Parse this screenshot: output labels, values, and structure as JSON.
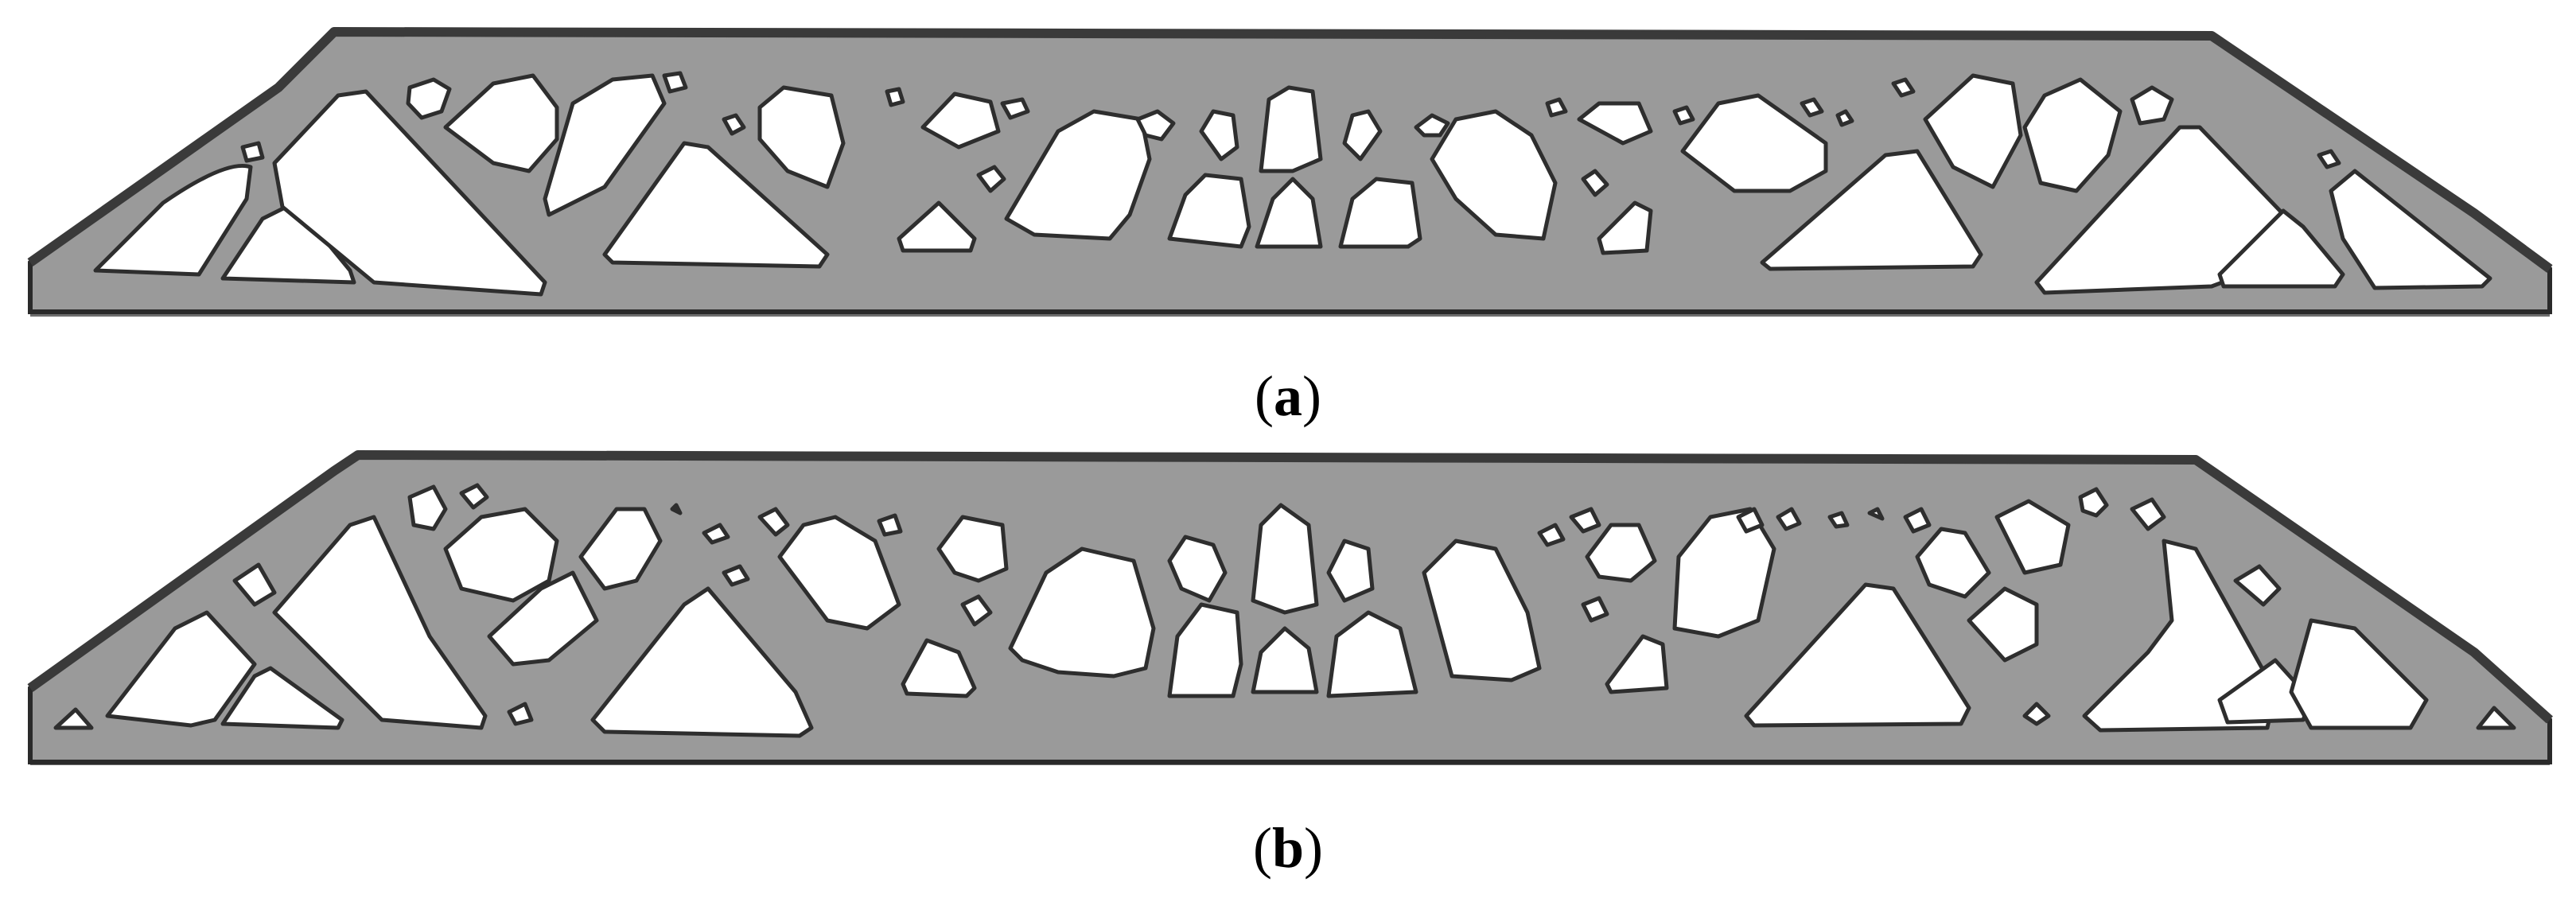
{
  "panels": [
    {
      "id": "a",
      "label": "a"
    },
    {
      "id": "b",
      "label": "b"
    }
  ],
  "colors": {
    "material_fill": "#9a9a9a",
    "edge_dark": "#2a2a2a",
    "void_fill": "#ffffff",
    "void_shadow": "#3a3a3a"
  }
}
